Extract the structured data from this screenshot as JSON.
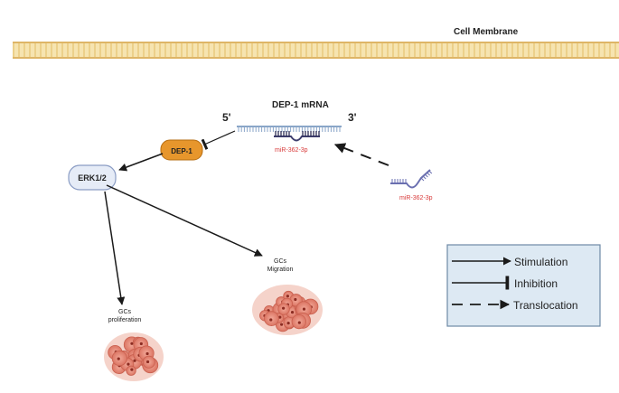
{
  "membrane": {
    "label": "Cell Membrane"
  },
  "mrna": {
    "title": "DEP-1 mRNA",
    "five_prime": "5'",
    "three_prime": "3'"
  },
  "mirna_bound": {
    "label": "miR-362-3p"
  },
  "mirna_free": {
    "label": "miR-362-3p"
  },
  "nodes": {
    "dep1": "DEP-1",
    "erk": "ERK1/2"
  },
  "outcomes": {
    "migration": {
      "line1": "GCs",
      "line2": "Migration"
    },
    "proliferation": {
      "line1": "GCs",
      "line2": "proliferation"
    }
  },
  "legend": {
    "stimulation": "Stimulation",
    "inhibition": "Inhibition",
    "translocation": "Translocation"
  },
  "colors": {
    "membrane_fill": "#f3dca0",
    "membrane_line": "#e0b45a",
    "mrna_strand": "#8aa6c8",
    "mirna": "#6a6fb0",
    "mirna_label": "#d83a3a",
    "dep1_fill": "#e7962c",
    "erk_fill": "#e6ecf7",
    "erk_stroke": "#8a9cc4",
    "cell_fill": "#e8897a",
    "legend_fill": "#dde9f3",
    "legend_stroke": "#6f8aa6"
  }
}
